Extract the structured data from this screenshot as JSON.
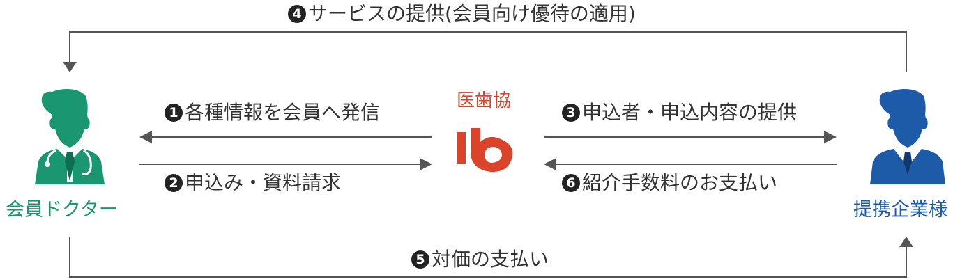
{
  "actors": {
    "doctor": {
      "name": "会員ドクター",
      "icon": "doctor-icon",
      "color": "#1a9670"
    },
    "company": {
      "name": "提携企業様",
      "icon": "businessman-icon",
      "color": "#1d5aa8"
    }
  },
  "organization": {
    "name": "医歯協",
    "logo": "ishikyo-logo",
    "color": "#d9442a"
  },
  "flows": [
    {
      "num": "4",
      "text": "サービスの提供(会員向け優待の適用)"
    },
    {
      "num": "1",
      "text": "各種情報を会員へ発信"
    },
    {
      "num": "2",
      "text": "申込み・資料請求"
    },
    {
      "num": "3",
      "text": "申込者・申込内容の提供"
    },
    {
      "num": "6",
      "text": "紹介手数料のお支払い"
    },
    {
      "num": "5",
      "text": "対価の支払い"
    }
  ],
  "colors": {
    "arrow": "#555555",
    "text": "#333333"
  }
}
